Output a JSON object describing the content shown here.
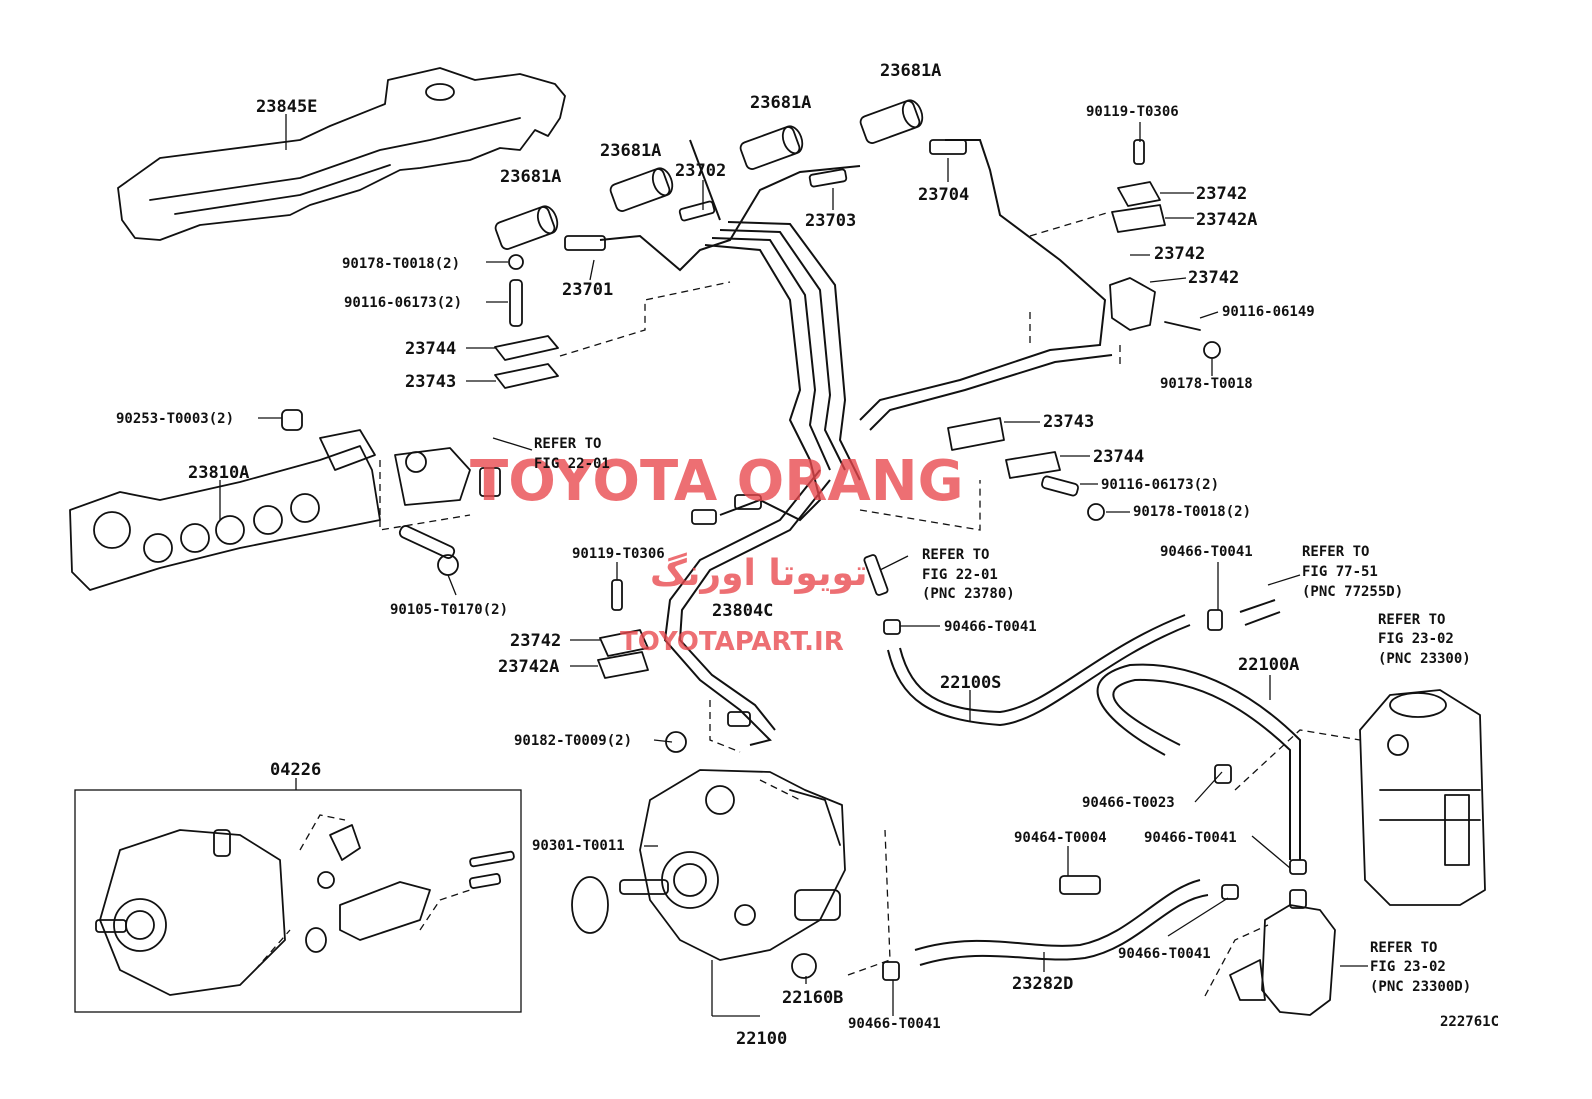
{
  "watermark": {
    "brand": "TOYOTA ORANG",
    "arabic": "تویوتا اورنگ",
    "url": "TOYOTAPART.IR",
    "color": "#e8474c"
  },
  "figure_id": "222761C",
  "labels": {
    "l_23845E": "23845E",
    "l_23681A_1": "23681A",
    "l_23681A_2": "23681A",
    "l_23681A_3": "23681A",
    "l_23681A_4": "23681A",
    "l_23702": "23702",
    "l_23703": "23703",
    "l_23704": "23704",
    "l_23701": "23701",
    "l_90178_T0018_2a": "90178-T0018(2)",
    "l_90116_06173_2a": "90116-06173(2)",
    "l_23744_a": "23744",
    "l_23743_a": "23743",
    "l_90253_T0003_2": "90253-T0003(2)",
    "l_refer_22_01_a1": "REFER TO",
    "l_refer_22_01_a2": "FIG 22-01",
    "l_23810A": "23810A",
    "l_90105_T0170_2": "90105-T0170(2)",
    "l_90119_T0306_a": "90119-T0306",
    "l_23742_a": "23742",
    "l_23742A_a": "23742A",
    "l_23742_b": "23742",
    "l_23742_c": "23742",
    "l_90116_06149": "90116-06149",
    "l_90178_T0018": "90178-T0018",
    "l_23743_b": "23743",
    "l_23744_b": "23744",
    "l_90116_06173_2b": "90116-06173(2)",
    "l_90178_T0018_2b": "90178-T0018(2)",
    "l_90119_T0306_b": "90119-T0306",
    "l_23804C": "23804C",
    "l_refer_22_01_b1": "REFER TO",
    "l_refer_22_01_b2": "FIG 22-01",
    "l_refer_22_01_b3": "(PNC 23780)",
    "l_90466_T0041_a": "90466-T0041",
    "l_23742_d": "23742",
    "l_23742A_b": "23742A",
    "l_90466_T0041_b": "90466-T0041",
    "l_refer_77_51_1": "REFER TO",
    "l_refer_77_51_2": "FIG 77-51",
    "l_refer_77_51_3": "(PNC 77255D)",
    "l_refer_23_02_a1": "REFER TO",
    "l_refer_23_02_a2": "FIG 23-02",
    "l_refer_23_02_a3": "(PNC 23300)",
    "l_22100S": "22100S",
    "l_22100A": "22100A",
    "l_04226": "04226",
    "l_90182_T0009_2": "90182-T0009(2)",
    "l_90301_T0011": "90301-T0011",
    "l_90466_T0023": "90466-T0023",
    "l_90464_T0004": "90464-T0004",
    "l_90466_T0041_c": "90466-T0041",
    "l_90466_T0041_d": "90466-T0041",
    "l_refer_23_02_b1": "REFER TO",
    "l_refer_23_02_b2": "FIG 23-02",
    "l_refer_23_02_b3": "(PNC 23300D)",
    "l_22160B": "22160B",
    "l_23282D": "23282D",
    "l_90466_T0041_e": "90466-T0041",
    "l_22100": "22100"
  }
}
